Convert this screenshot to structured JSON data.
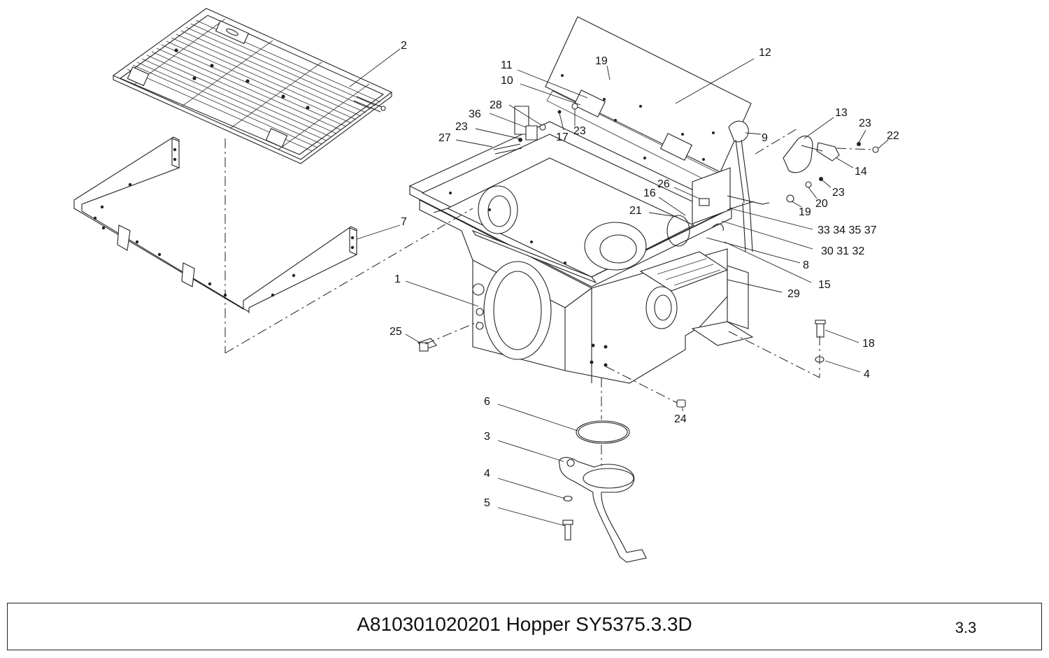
{
  "title_block": {
    "title": "A810301020201 Hopper SY5375.3.3D",
    "page_number": "3.3"
  },
  "callouts": {
    "c1": "1",
    "c2": "2",
    "c3": "3",
    "c4a": "4",
    "c4b": "4",
    "c5": "5",
    "c6": "6",
    "c7": "7",
    "c8": "8",
    "c9": "9",
    "c10": "10",
    "c11": "11",
    "c12": "12",
    "c13": "13",
    "c14": "14",
    "c15": "15",
    "c16": "16",
    "c17": "17",
    "c18": "18",
    "c19a": "19",
    "c19b": "19",
    "c20": "20",
    "c21": "21",
    "c22": "22",
    "c23a": "23",
    "c23b": "23",
    "c23c": "23",
    "c23d": "23",
    "c24": "24",
    "c25": "25",
    "c26": "26",
    "c27": "27",
    "c28": "28",
    "c29": "29",
    "c30": "30 31 32",
    "c33": "33 34 35 37",
    "c36": "36"
  }
}
